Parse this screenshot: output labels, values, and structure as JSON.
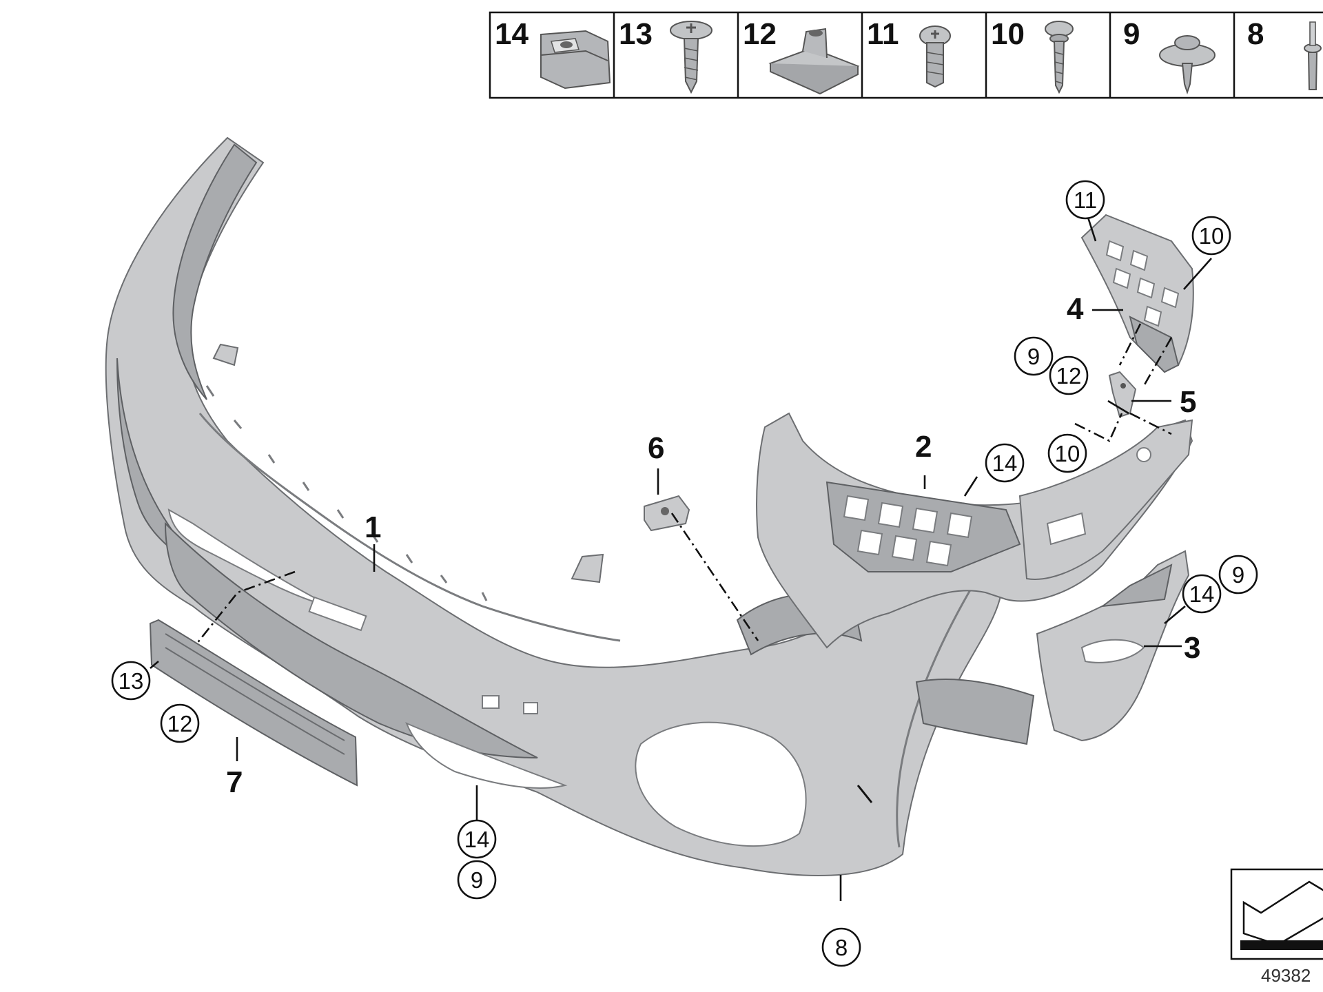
{
  "legend": {
    "items": [
      {
        "label": "14",
        "icon": "cage-nut-icon"
      },
      {
        "label": "13",
        "icon": "flat-head-screw-icon"
      },
      {
        "label": "12",
        "icon": "clip-nut-icon"
      },
      {
        "label": "11",
        "icon": "hex-screw-icon"
      },
      {
        "label": "10",
        "icon": "collar-screw-icon"
      },
      {
        "label": "9",
        "icon": "washer-screw-icon"
      },
      {
        "label": "8",
        "icon": "rivet-icon"
      }
    ]
  },
  "callouts": {
    "part_1": "1",
    "part_2": "2",
    "part_3": "3",
    "part_4": "4",
    "part_5": "5",
    "part_6": "6",
    "part_7": "7"
  },
  "circled": {
    "c11_top": "11",
    "c10_top": "10",
    "c9_left": "9",
    "c12_mid": "12",
    "c10_mid": "10",
    "c14_center": "14",
    "c14_right": "14",
    "c9_right": "9",
    "c13_plate": "13",
    "c12_plate": "12",
    "c14_bottom": "14",
    "c9_bottom": "9",
    "c8_bottom": "8"
  },
  "reference_code": "49382",
  "icons": {
    "orientation": "direction-arrow-icon"
  },
  "colors": {
    "part_fill": "#c9cacc",
    "part_shadow": "#a9abae",
    "outline": "#6c6e71",
    "ink": "#111111"
  }
}
